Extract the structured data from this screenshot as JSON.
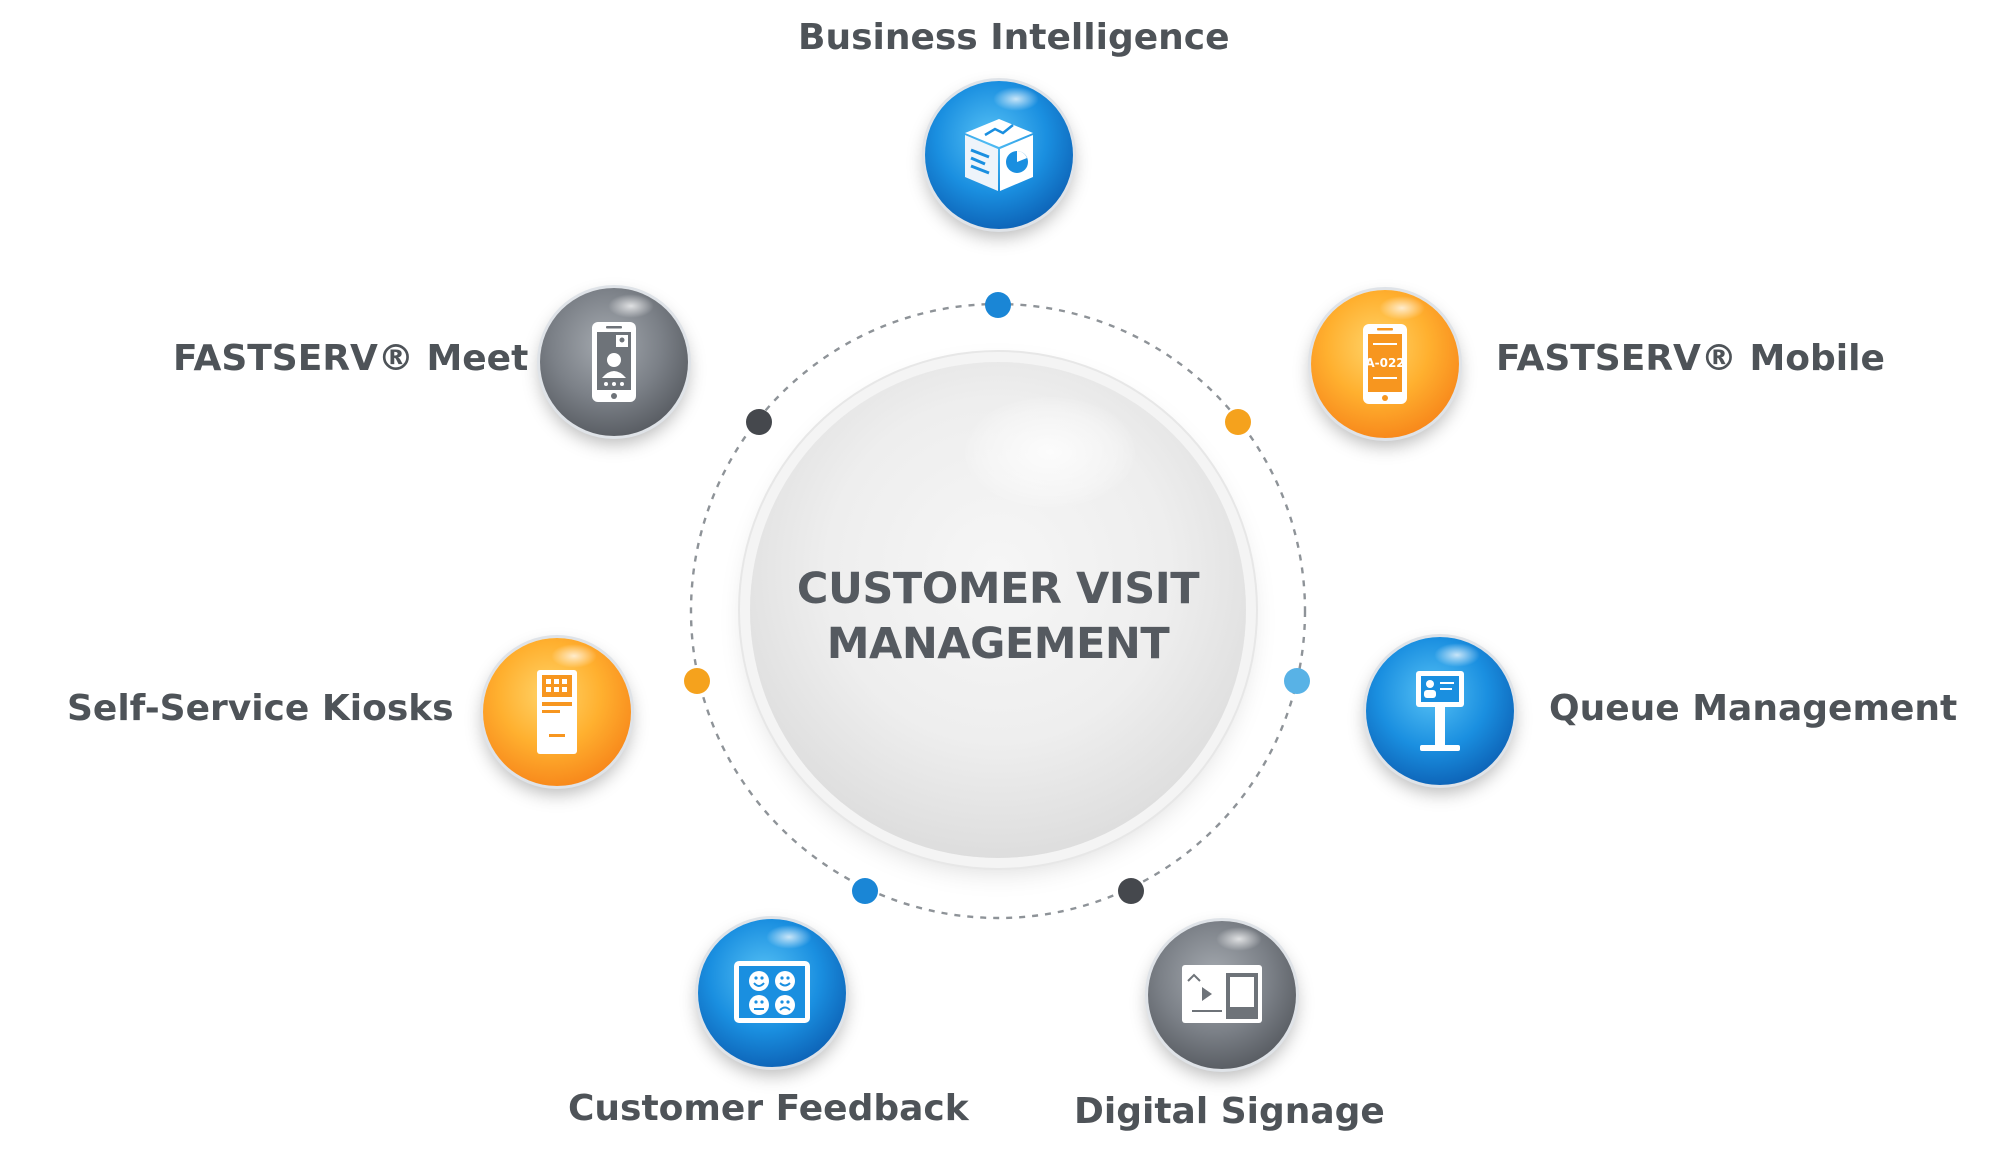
{
  "center": {
    "line1": "CUSTOMER VISIT",
    "line2": "MANAGEMENT"
  },
  "nodes": [
    {
      "label": "Business Intelligence",
      "color": "blue",
      "icon": "analytics-cube-icon"
    },
    {
      "label": "FASTSERV® Mobile",
      "color": "orange",
      "icon": "mobile-ticket-icon"
    },
    {
      "label": "Queue Management",
      "color": "blue",
      "icon": "queue-kiosk-icon"
    },
    {
      "label": "Digital Signage",
      "color": "gray",
      "icon": "signage-screen-icon"
    },
    {
      "label": "Customer Feedback",
      "color": "blue",
      "icon": "feedback-faces-icon"
    },
    {
      "label": "Self-Service Kiosks",
      "color": "orange",
      "icon": "kiosk-icon"
    },
    {
      "label": "FASTSERV® Meet",
      "color": "gray",
      "icon": "video-call-phone-icon"
    }
  ],
  "ring_dots": [
    {
      "color": "#1a86d6"
    },
    {
      "color": "#f5a21d"
    },
    {
      "color": "#58b2e6"
    },
    {
      "color": "#45484d"
    },
    {
      "color": "#1a86d6"
    },
    {
      "color": "#f5a21d"
    },
    {
      "color": "#45484d"
    }
  ],
  "palette": {
    "blue": "#1a8fe0",
    "orange": "#ffb02f",
    "gray": "#7b8087",
    "text": "#4e5358"
  }
}
